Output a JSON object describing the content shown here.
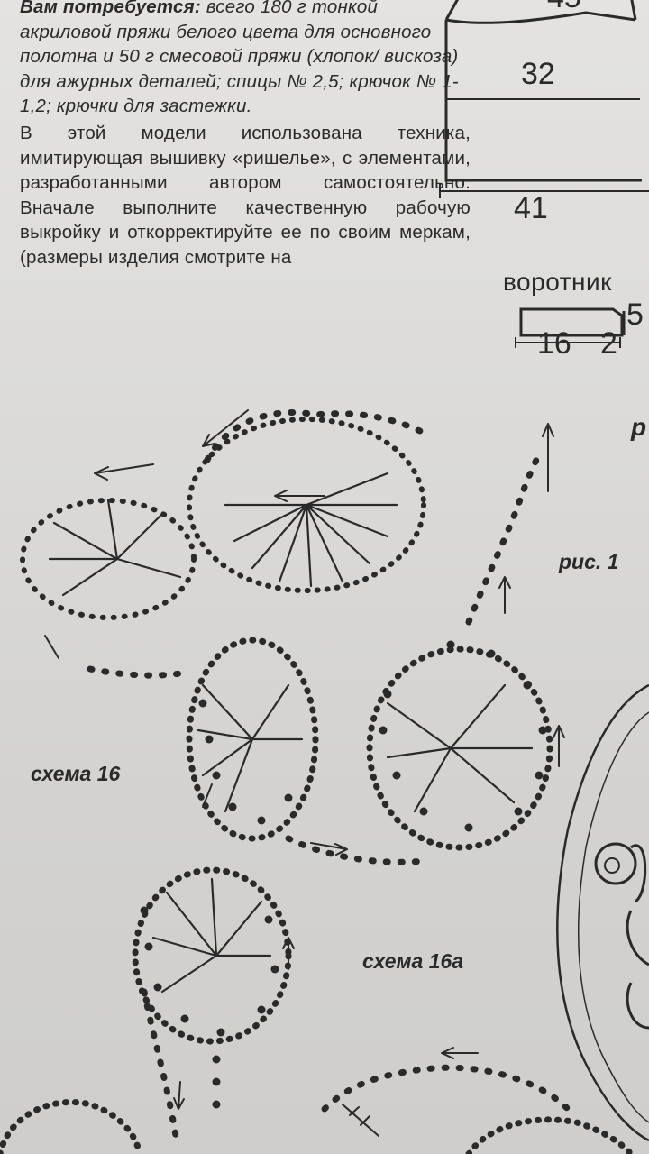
{
  "text": {
    "lead_bold": "Вам потребуется:",
    "lead_rest": " всего 180 г тонкой акриловой пряжи белого цвета для основного полотна и 50 г смесовой пряжи (хлопок/ вискоза) для ажурных деталей; спицы № 2,5; крючок № 1-1,2; крючки для застежки.",
    "body": "В этой модели использована техника, имитирующая вышивку «ришелье», с элементами, разработанными автором самостоятельно. Вначале выполните качественную рабочую выкройку и откорректируйте ее по своим меркам, (размеры изделия смотрите на"
  },
  "pattern": {
    "dim_top": "45",
    "dim_middle": "32",
    "dim_bottom": "41",
    "collar_label": "воротник",
    "collar_length": "16",
    "collar_offset": "2",
    "collar_height": "5"
  },
  "labels": {
    "scheme_16": "схема 16",
    "scheme_16a": "схема 16а",
    "figure": "рис. 1",
    "cut_letter": "р"
  },
  "colors": {
    "ink": "#2a2a2a",
    "paper": "#dcdbd9"
  }
}
